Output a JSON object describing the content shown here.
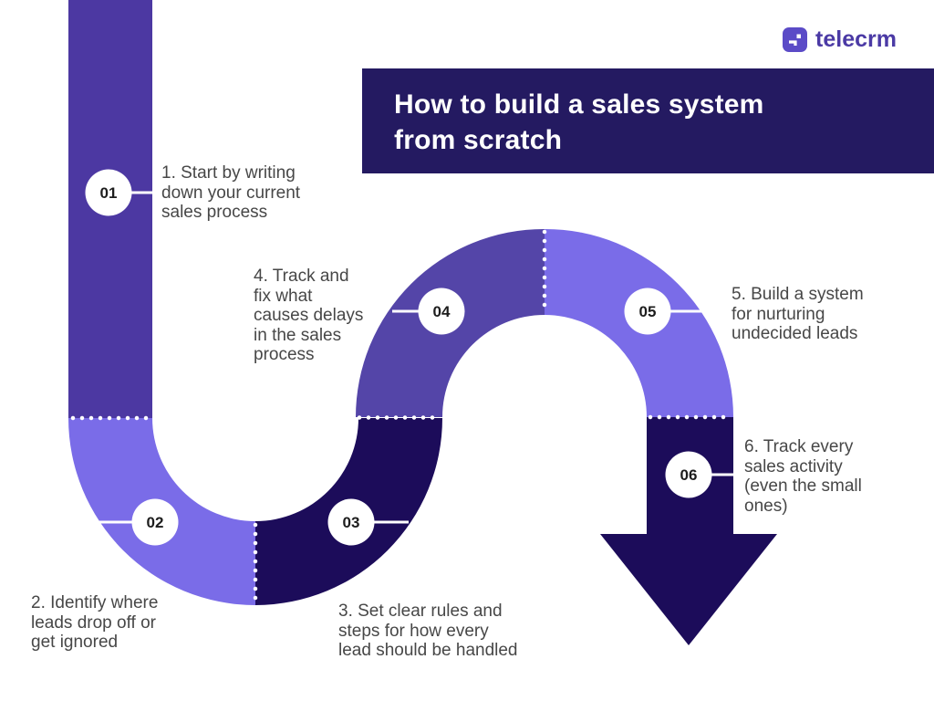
{
  "brand": {
    "name": "telecrm",
    "icon": "corner-arrow-icon"
  },
  "title": "How to build a sales system\nfrom scratch",
  "steps": [
    {
      "num": "01",
      "text": "1. Start by writing\ndown your current\nsales process"
    },
    {
      "num": "02",
      "text": "2. Identify where\nleads drop off or\nget ignored"
    },
    {
      "num": "03",
      "text": "3. Set clear rules and\nsteps for how every\nlead should be handled"
    },
    {
      "num": "04",
      "text": "4. Track and\nfix what\ncauses delays\nin the sales\nprocess"
    },
    {
      "num": "05",
      "text": "5. Build a system\nfor nurturing\nundecided leads"
    },
    {
      "num": "06",
      "text": "6. Track every\nsales activity\n(even the small\nones)"
    }
  ],
  "colors": {
    "segment_1": "#4C38A2",
    "segment_2": "#7A6CE8",
    "segment_3": "#1C0C5A",
    "segment_4": "#5445A8",
    "segment_5": "#7A6CE8",
    "segment_6": "#1C0C5A",
    "banner_bg": "#241A61",
    "brand_purple": "#4B3AA5",
    "brand_icon_bg": "#5B4BC7",
    "step_text": "#474747",
    "divider_dots": "#ffffff"
  }
}
